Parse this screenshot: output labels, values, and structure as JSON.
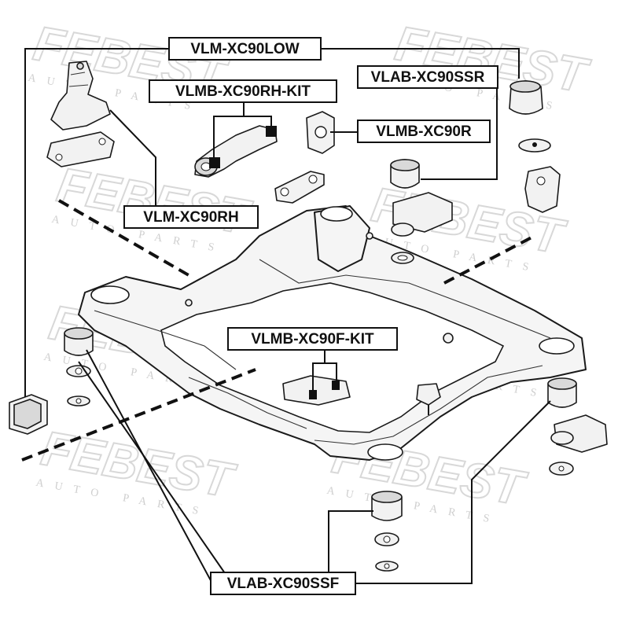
{
  "watermark": {
    "brand": "FEBEST",
    "tagline": "AUTO PARTS"
  },
  "labels": {
    "vlm_xc90low": "VLM-XC90LOW",
    "vlmb_xc90rh_kit": "VLMB-XC90RH-KIT",
    "vlab_xc90ssr": "VLAB-XC90SSR",
    "vlmb_xc90r": "VLMB-XC90R",
    "vlm_xc90rh": "VLM-XC90RH",
    "vlmb_xc90f_kit": "VLMB-XC90F-KIT",
    "vlab_xc90ssf": "VLAB-XC90SSF"
  }
}
